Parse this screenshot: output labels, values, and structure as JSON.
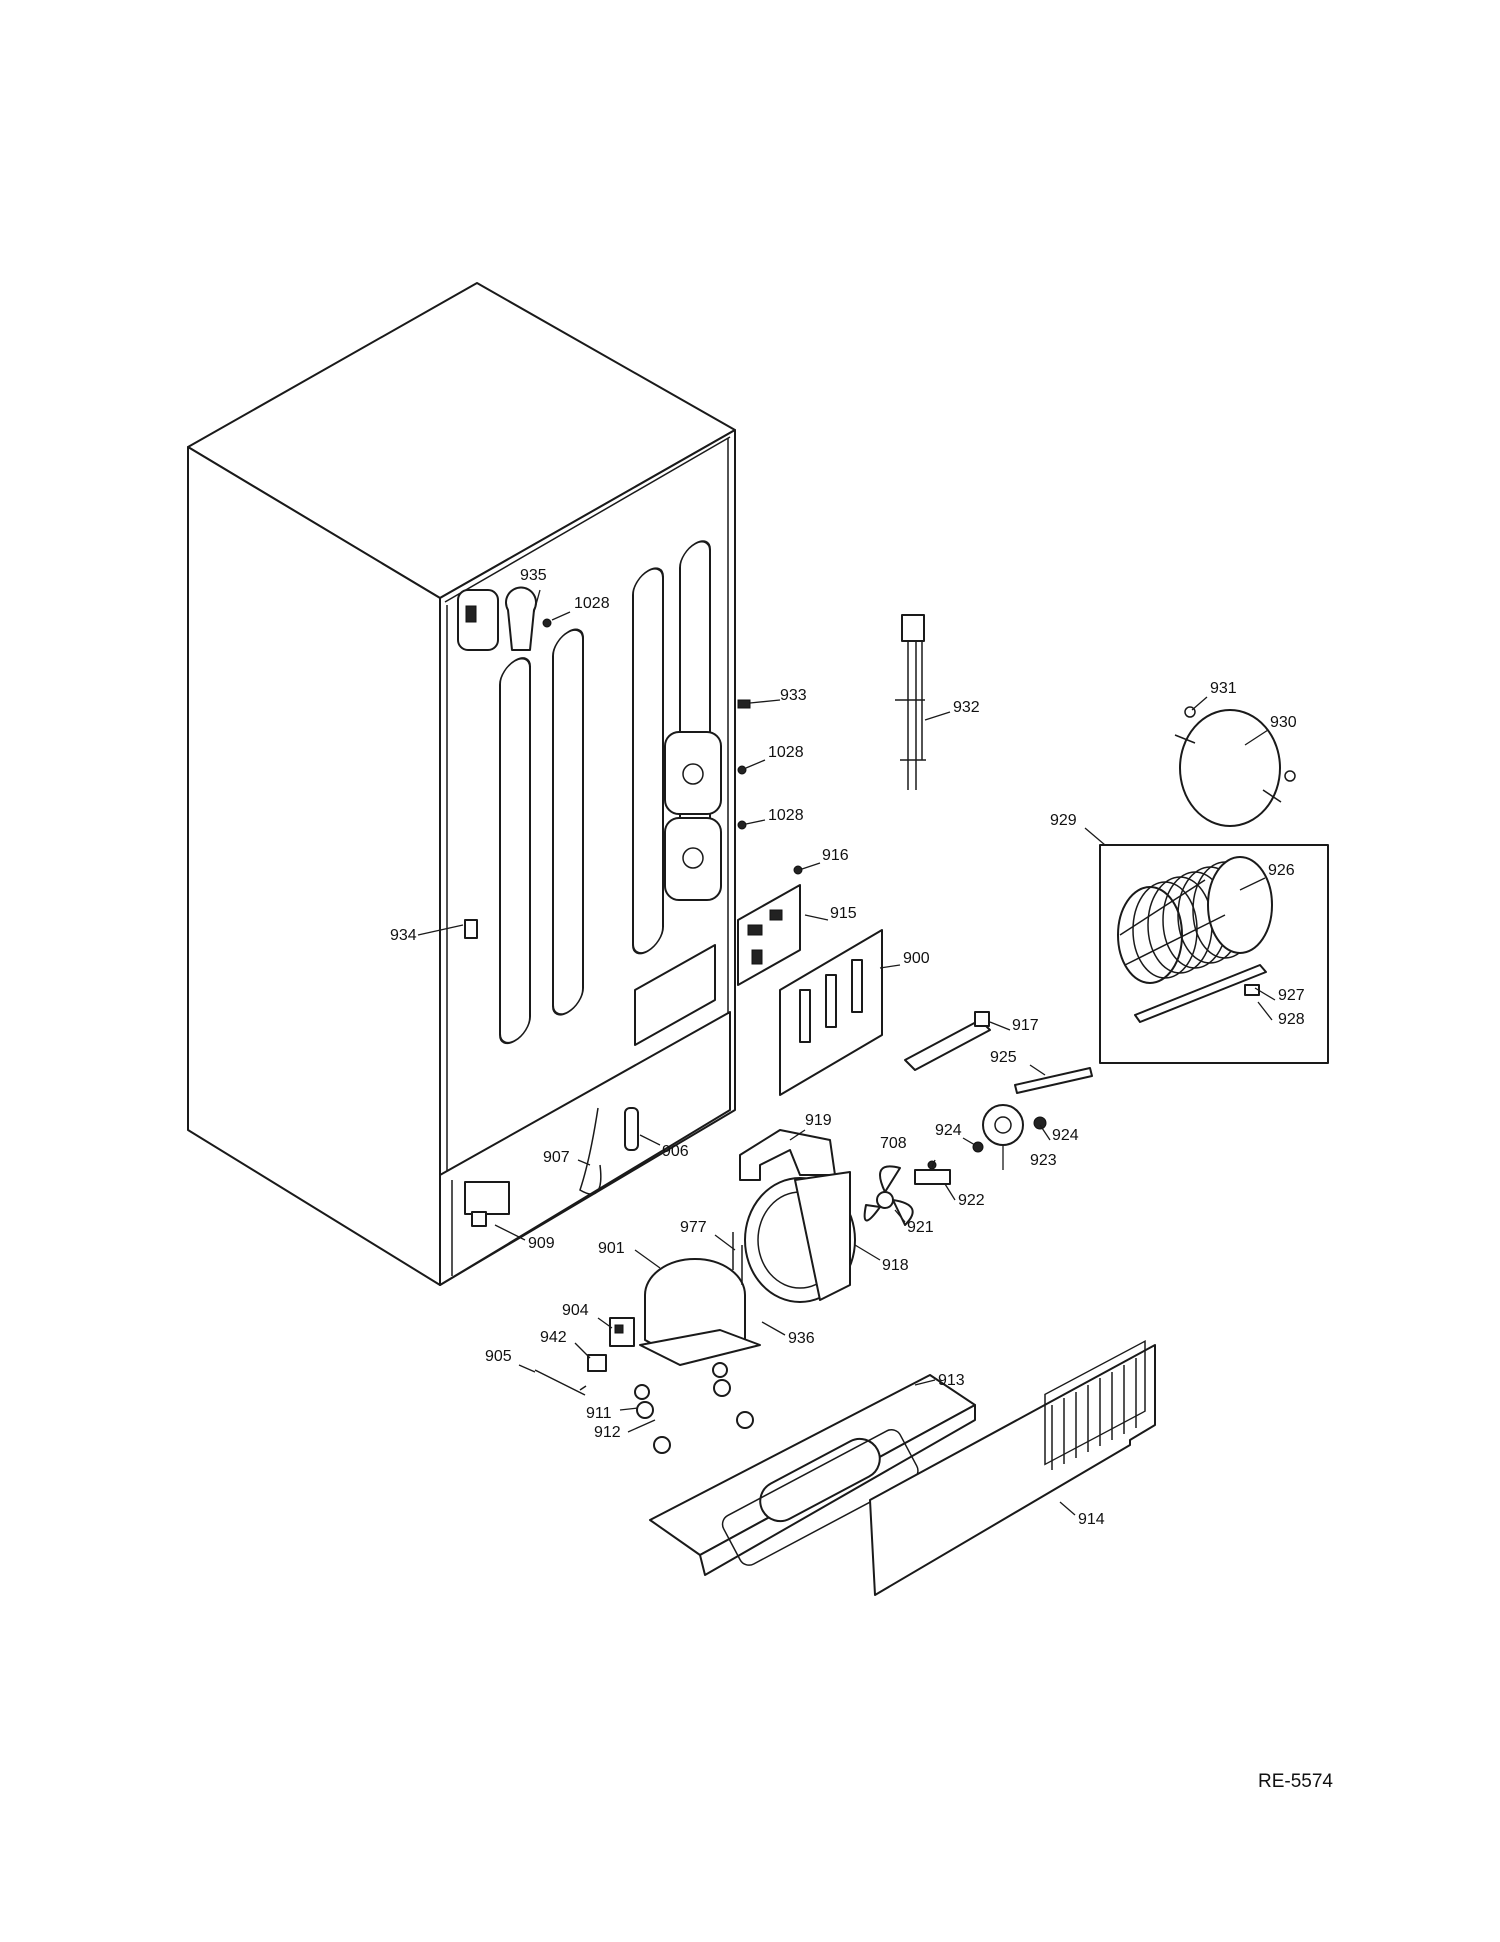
{
  "diagram": {
    "reference_code": "RE-5574",
    "callouts": [
      {
        "id": "c935",
        "label": "935"
      },
      {
        "id": "c1028a",
        "label": "1028"
      },
      {
        "id": "c933",
        "label": "933"
      },
      {
        "id": "c932",
        "label": "932"
      },
      {
        "id": "c931",
        "label": "931"
      },
      {
        "id": "c930",
        "label": "930"
      },
      {
        "id": "c1028b",
        "label": "1028"
      },
      {
        "id": "c1028c",
        "label": "1028"
      },
      {
        "id": "c929",
        "label": "929"
      },
      {
        "id": "c926",
        "label": "926"
      },
      {
        "id": "c916",
        "label": "916"
      },
      {
        "id": "c915",
        "label": "915"
      },
      {
        "id": "c900",
        "label": "900"
      },
      {
        "id": "c934",
        "label": "934"
      },
      {
        "id": "c927",
        "label": "927"
      },
      {
        "id": "c928",
        "label": "928"
      },
      {
        "id": "c917",
        "label": "917"
      },
      {
        "id": "c925",
        "label": "925"
      },
      {
        "id": "c919",
        "label": "919"
      },
      {
        "id": "c924a",
        "label": "924"
      },
      {
        "id": "c924b",
        "label": "924"
      },
      {
        "id": "c906",
        "label": "906"
      },
      {
        "id": "c907",
        "label": "907"
      },
      {
        "id": "c708",
        "label": "708"
      },
      {
        "id": "c923",
        "label": "923"
      },
      {
        "id": "c922",
        "label": "922"
      },
      {
        "id": "c921",
        "label": "921"
      },
      {
        "id": "c977",
        "label": "977"
      },
      {
        "id": "c909",
        "label": "909"
      },
      {
        "id": "c901",
        "label": "901"
      },
      {
        "id": "c918",
        "label": "918"
      },
      {
        "id": "c904",
        "label": "904"
      },
      {
        "id": "c942",
        "label": "942"
      },
      {
        "id": "c936",
        "label": "936"
      },
      {
        "id": "c905",
        "label": "905"
      },
      {
        "id": "c913",
        "label": "913"
      },
      {
        "id": "c911",
        "label": "911"
      },
      {
        "id": "c912",
        "label": "912"
      },
      {
        "id": "c914",
        "label": "914"
      }
    ]
  }
}
